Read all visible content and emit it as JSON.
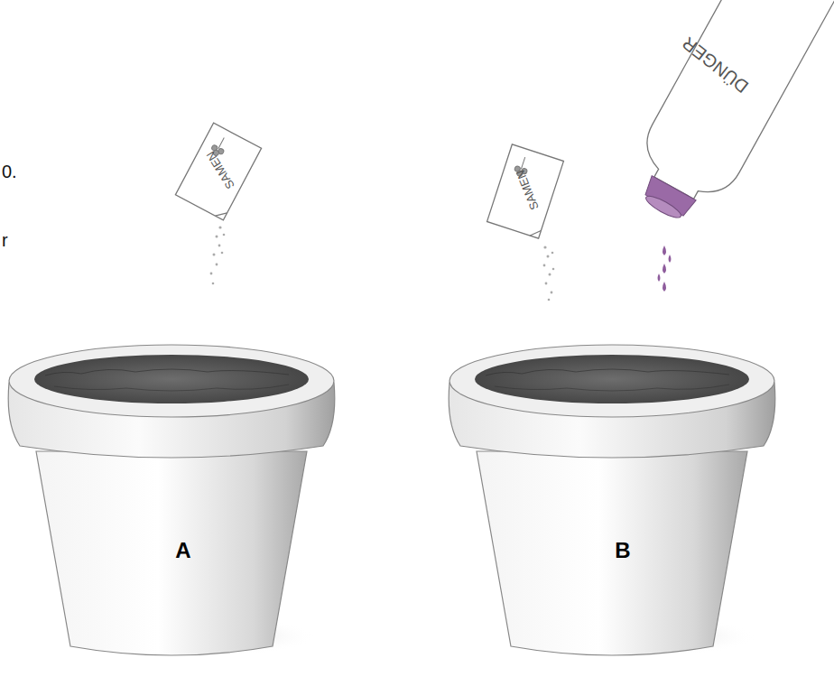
{
  "diagram": {
    "labels": [
      "0.",
      "r",
      "SAMEN",
      "SAMEN",
      "DÜNGER",
      "A",
      "B"
    ]
  }
}
